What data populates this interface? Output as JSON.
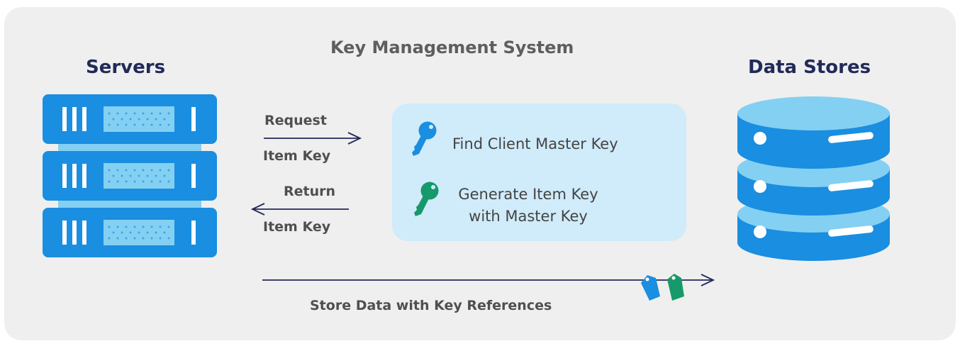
{
  "title": "Key Management System",
  "servers_label": "Servers",
  "data_stores_label": "Data Stores",
  "request": {
    "line1": "Request",
    "line2": "Item Key"
  },
  "return": {
    "line1": "Return",
    "line2": "Item Key"
  },
  "kms_steps": {
    "find": "Find Client Master Key",
    "generate_line1": "Generate Item Key",
    "generate_line2": "with Master Key"
  },
  "store_label": "Store Data with Key References",
  "icons": {
    "server": "server-rack-icon",
    "database": "database-icon",
    "blue_key": "key-icon",
    "green_key": "key-icon",
    "tags": "tag-icon"
  },
  "colors": {
    "server_blue": "#1a8ee0",
    "server_light": "#84d0f2",
    "kms_box": "#d0ebfa",
    "heading": "#222a58",
    "blue_key": "#1a8ee0",
    "green_key": "#16996b",
    "arrow": "#222a58"
  }
}
